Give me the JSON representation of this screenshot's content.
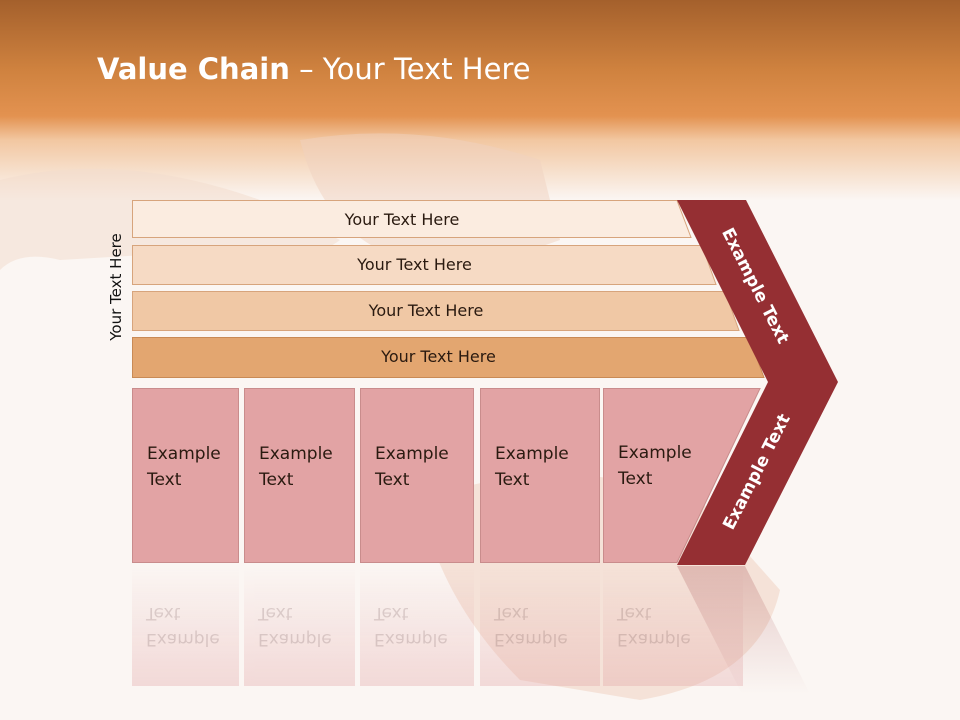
{
  "slide": {
    "title_bold": "Value Chain",
    "title_rest": " – Your Text Here",
    "side_label": "Your Text Here",
    "rows": [
      {
        "label": "Your Text Here",
        "color": "#fbece0"
      },
      {
        "label": "Your Text Here",
        "color": "#f6dac4"
      },
      {
        "label": "Your Text Here",
        "color": "#f0c8a5"
      },
      {
        "label": "Your Text Here",
        "color": "#e3a670"
      }
    ],
    "cells": [
      {
        "line1": "Example",
        "line2": "Text"
      },
      {
        "line1": "Example",
        "line2": "Text"
      },
      {
        "line1": "Example",
        "line2": "Text"
      },
      {
        "line1": "Example",
        "line2": "Text"
      },
      {
        "line1": "Example",
        "line2": "Text"
      }
    ],
    "chevron": {
      "upper_label": "Example Text",
      "lower_label": "Example Text",
      "color": "#952f33"
    },
    "colors": {
      "header_orange": "#dd8c46",
      "cell_pink": "#e2a3a4"
    }
  }
}
